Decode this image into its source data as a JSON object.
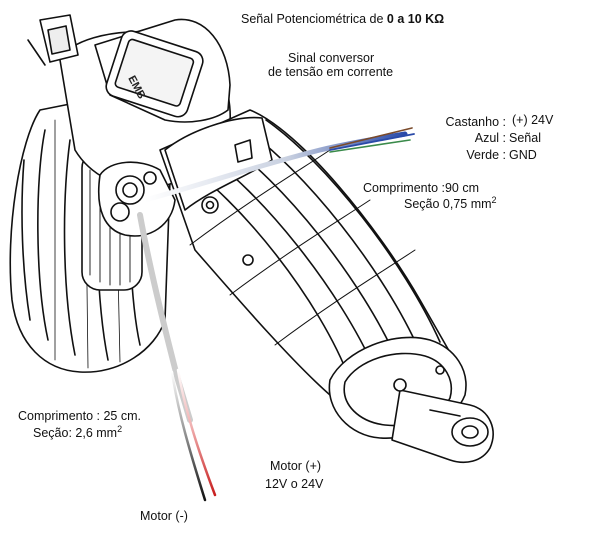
{
  "title": {
    "prefix": "Señal Potenciométrica de ",
    "range": "0 a 10 ",
    "unit": "KΩ"
  },
  "converter": {
    "line1": "Sinal conversor",
    "line2": "de tensão em corrente"
  },
  "signal_wires": {
    "brown_name": "Castanho :",
    "brown_value": "(+) 24V",
    "blue_name": "Azul :",
    "blue_value": "Señal",
    "green_name": "Verde :",
    "green_value": "GND",
    "length": "Comprimento :90 cm",
    "section": "Seção 0,75 mm",
    "section_exp": "2"
  },
  "power_cable": {
    "length": "Comprimento : 25 cm.",
    "section": "Seção:  2,6 mm",
    "section_exp": "2"
  },
  "motor_plus": {
    "line1": "Motor (+)",
    "line2": "12V o 24V"
  },
  "motor_minus": "Motor (-)",
  "display_text": "EMB",
  "colors": {
    "brown": "#7a4a2a",
    "blue": "#2a4aa8",
    "green": "#3a8a4a",
    "red": "#c81e1e",
    "black": "#111111"
  }
}
